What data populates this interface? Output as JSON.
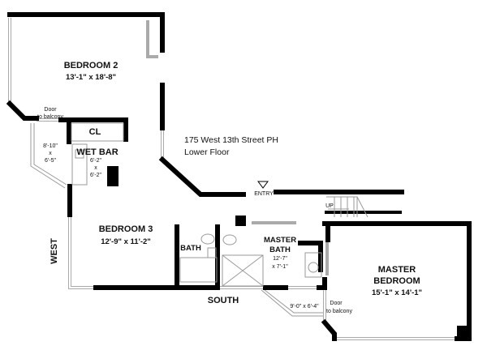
{
  "title": {
    "line1": "175 West 13th Street PH",
    "line2": "Lower Floor"
  },
  "rooms": {
    "bedroom2": {
      "name": "BEDROOM 2",
      "size": "13'-1\" x 18'-8\""
    },
    "closet": {
      "name": "CL"
    },
    "wet_bar": {
      "name": "WET BAR",
      "size_a": "6'-2\"",
      "x": "x",
      "size_b": "6'-2\""
    },
    "west_balcony": {
      "size_a": "8'-10\"",
      "x": "x",
      "size_b": "6'-5\""
    },
    "bedroom3": {
      "name": "BEDROOM 3",
      "size": "12'-9\" x 11'-2\""
    },
    "bath": {
      "name": "BATH"
    },
    "master_bath": {
      "name_a": "MASTER",
      "name_b": "BATH",
      "size_a": "12'-7\"",
      "size_b": "x 7'-1\""
    },
    "master_bedroom": {
      "name_a": "MASTER",
      "name_b": "BEDROOM",
      "size": "15'-1\" x 14'-1\""
    },
    "south_balcony": {
      "size": "9'-0\" x 6'-4\""
    }
  },
  "doors": {
    "west": {
      "line1": "Door",
      "line2": "to balcony"
    },
    "south": {
      "line1": "Door",
      "line2": "to balcony"
    }
  },
  "labels": {
    "entry": "ENTRY",
    "up": "UP",
    "west": "WEST",
    "south": "SOUTH"
  }
}
